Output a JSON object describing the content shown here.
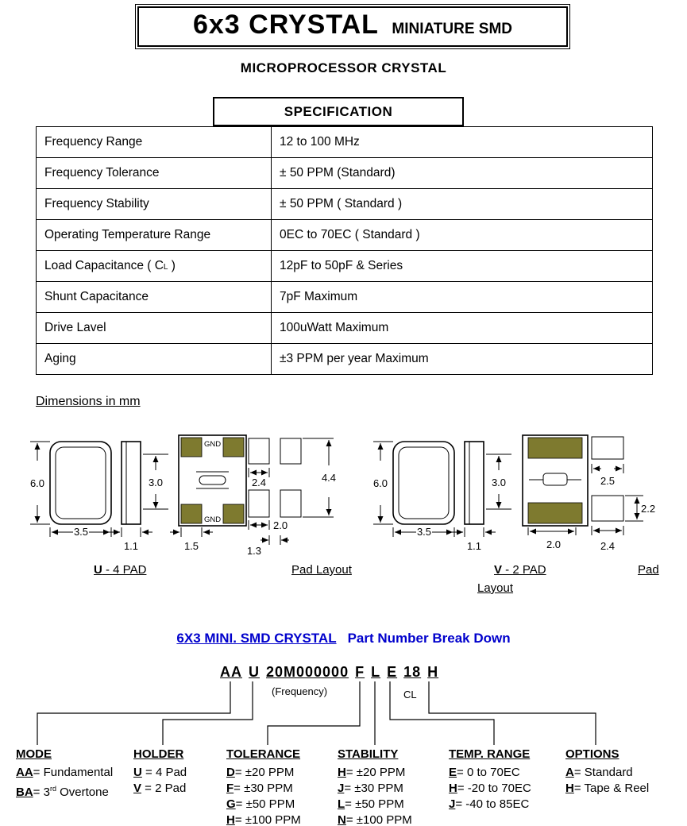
{
  "header": {
    "title_main": "6x3 CRYSTAL",
    "title_sub": "MINIATURE SMD",
    "subtitle": "MICROPROCESSOR CRYSTAL"
  },
  "specification": {
    "title": "SPECIFICATION",
    "rows": [
      {
        "label": "Frequency Range",
        "value": "12 to 100 MHz"
      },
      {
        "label": "Frequency Tolerance",
        "value": "± 50 PPM (Standard)"
      },
      {
        "label": "Frequency Stability",
        "value": "± 50 PPM ( Standard )"
      },
      {
        "label": "Operating Temperature Range",
        "value": "0EC to 70EC ( Standard )"
      },
      {
        "label_pre": "Load Capacitance ( C",
        "label_sub": "L",
        "label_post": " )",
        "value": "12pF to 50pF & Series"
      },
      {
        "label": "Shunt Capacitance",
        "value": "7pF Maximum"
      },
      {
        "label": "Drive Lavel",
        "value": "100uWatt Maximum"
      },
      {
        "label": "Aging",
        "value": "±3 PPM per year Maximum"
      }
    ]
  },
  "dimensions": {
    "heading": "Dimensions in mm",
    "u_pack": {
      "caption_key": "U",
      "caption_rest": " - 4 PAD",
      "pad_layout_caption": "Pad Layout",
      "labels": {
        "front_height": "6.0",
        "front_width": "3.5",
        "side_height": "3.0",
        "side_width": "1.1",
        "gnd_top": "GND",
        "gnd_bottom": "GND",
        "pad_width": "1.5",
        "layout_pad_width": "2.4",
        "layout_total_height": "4.4",
        "layout_pad_width2": "2.0",
        "layout_gap": "1.3"
      }
    },
    "v_pack": {
      "caption_key": "V",
      "caption_rest": " - 2 PAD",
      "pad_layout_caption_line1": "Pad",
      "pad_layout_caption_line2": "Layout",
      "labels": {
        "front_height": "6.0",
        "front_width": "3.5",
        "side_height": "3.0",
        "side_width": "1.1",
        "pad_width": "2.0",
        "layout_pad_width": "2.5",
        "layout_pad_height": "2.2",
        "layout_pad_width2": "2.4"
      }
    }
  },
  "part_number": {
    "title_link": "6X3 MINI. SMD CRYSTAL",
    "title_rest": "Part Number Break Down",
    "segments": [
      "AA",
      "U",
      "20M000000",
      "F",
      "L",
      "E",
      "18",
      "H"
    ],
    "frequency_label": "(Frequency)",
    "cl_label": "CL",
    "columns": [
      {
        "title": "MODE",
        "items": [
          {
            "key": "AA",
            "desc": "= Fundamental"
          },
          {
            "key": "BA",
            "desc_pre": "= 3",
            "sup": "rd",
            "desc_post": " Overtone"
          }
        ]
      },
      {
        "title": "HOLDER",
        "items": [
          {
            "key": "U",
            "desc": " = 4 Pad"
          },
          {
            "key": "V",
            "desc": " = 2 Pad"
          }
        ]
      },
      {
        "title": "TOLERANCE",
        "items": [
          {
            "key": "D",
            "desc": "= ±20 PPM"
          },
          {
            "key": "F",
            "desc": "= ±30 PPM"
          },
          {
            "key": "G",
            "desc": "= ±50 PPM"
          },
          {
            "key": "H",
            "desc": "= ±100 PPM"
          }
        ]
      },
      {
        "title": "STABILITY",
        "items": [
          {
            "key": "H",
            "desc": "= ±20 PPM"
          },
          {
            "key": "J",
            "desc": "= ±30 PPM"
          },
          {
            "key": "L",
            "desc": "= ±50 PPM"
          },
          {
            "key": "N",
            "desc": "= ±100 PPM"
          }
        ]
      },
      {
        "title": "TEMP. RANGE",
        "items": [
          {
            "key": "E",
            "desc": "= 0 to 70EC"
          },
          {
            "key": "H",
            "desc": "= -20 to 70EC"
          },
          {
            "key": "J",
            "desc": "= -40 to 85EC"
          }
        ]
      },
      {
        "title": "OPTIONS",
        "items": [
          {
            "key": "A",
            "desc": "= Standard"
          },
          {
            "key": "H",
            "desc": "= Tape & Reel"
          }
        ]
      }
    ]
  },
  "colors": {
    "accent_blue": "#0000cc",
    "pad_olive": "#7e7a2f"
  }
}
